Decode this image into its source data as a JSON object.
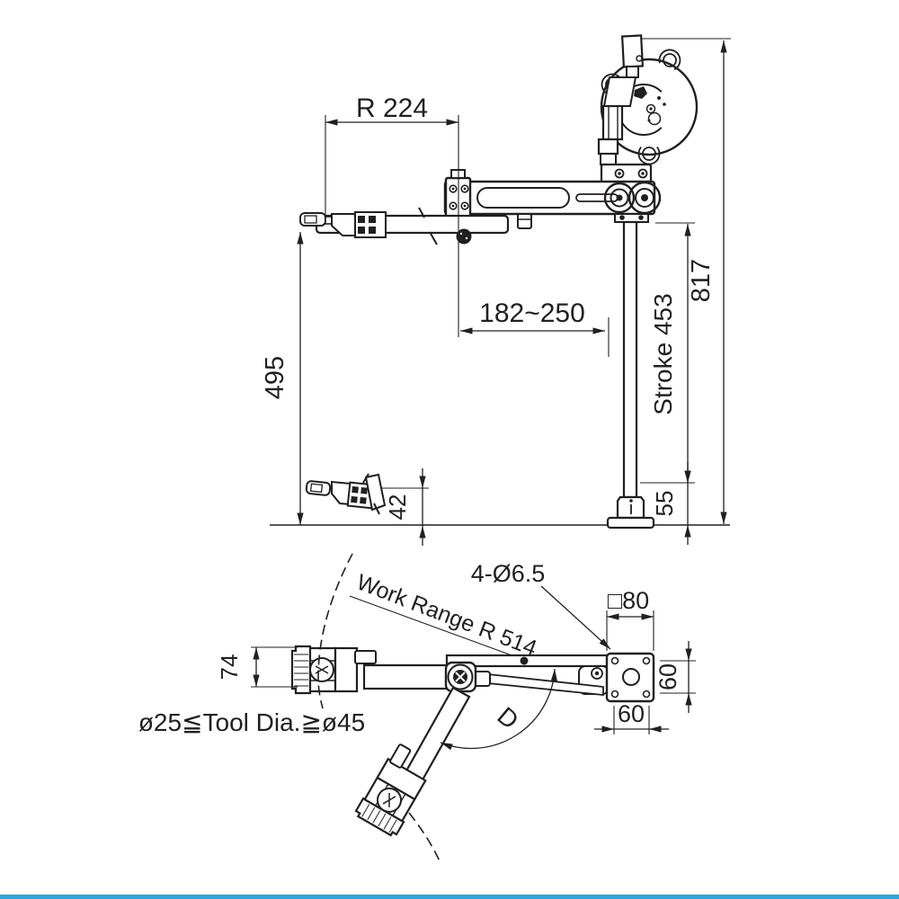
{
  "colors": {
    "ink": "#231f20",
    "accent": "#2aa6df"
  },
  "front_view": {
    "reach": "R 224",
    "horizontal_range": "182~250",
    "total_height": "817",
    "stroke": "Stroke 453",
    "arm_height": "495",
    "lowest_tool_height": "42",
    "base_height": "55"
  },
  "plan_view": {
    "work_range": "Work Range R 514",
    "mount_holes": "4-Ø6.5",
    "plate_size": "□80",
    "hole_pitch_vertical": "60",
    "hole_pitch_horizontal": "60",
    "holder_width": "74",
    "swing_angle": "D",
    "tool_note": "ø25≦Tool Dia.≧ø45"
  }
}
